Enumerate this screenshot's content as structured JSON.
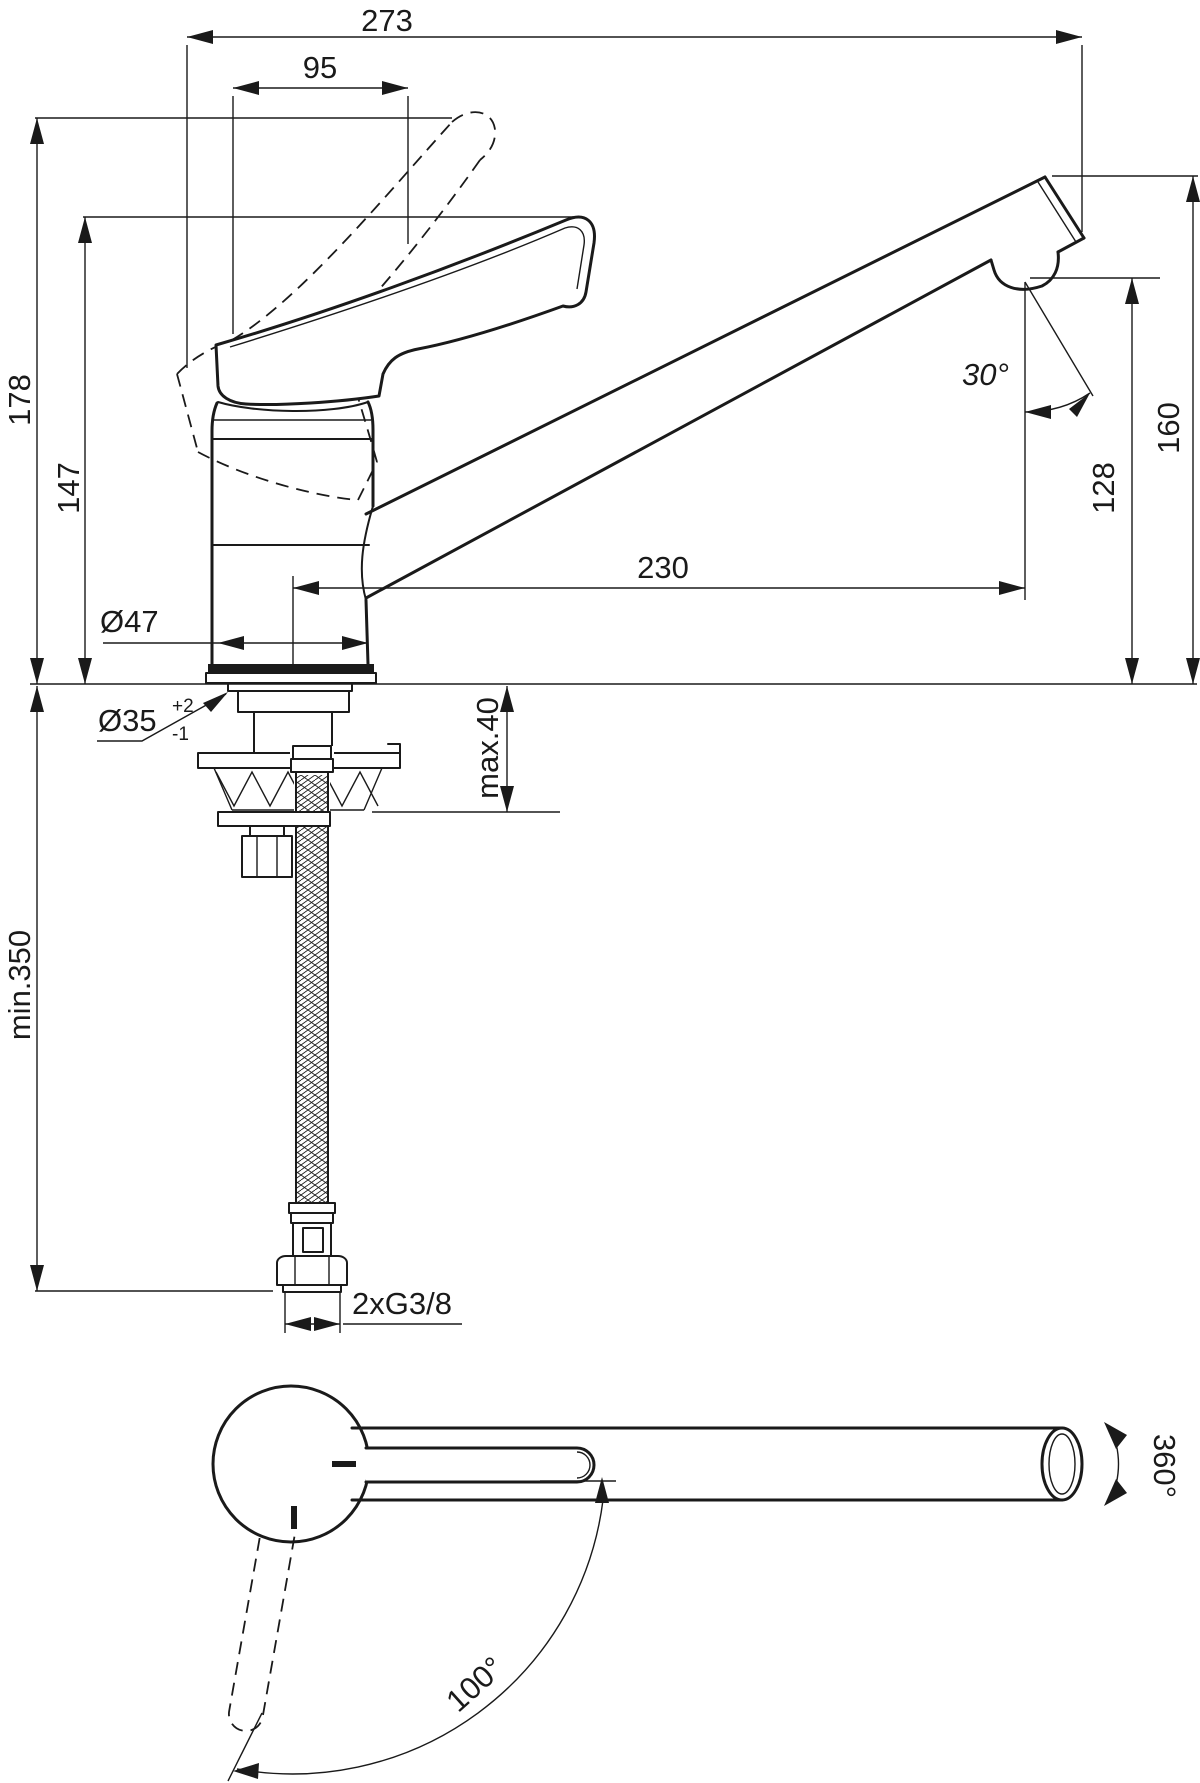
{
  "drawing": {
    "background": "#ffffff",
    "line_color": "#1a1a1a",
    "subject": "single-lever kitchen sink mixer tap dimension drawing, front view with mounting parts and top view",
    "views": {
      "front": {
        "dims": {
          "overall_width": "273",
          "handle_length": "95",
          "height_handle_raised": "178",
          "height_handle": "147",
          "spout_end_angle": "30°",
          "spout_height": "160",
          "outlet_height": "128",
          "spout_reach": "230",
          "body_diameter": "Ø47",
          "hole_diameter": "Ø35",
          "hole_tol_plus": "+2",
          "hole_tol_minus": "-1",
          "counter_max_thickness": "max.40",
          "hose_min_length": "min.350",
          "connection_thread": "2xG3/8"
        }
      },
      "top": {
        "dims": {
          "spout_swivel": "360°",
          "handle_swivel": "100°"
        }
      }
    }
  }
}
